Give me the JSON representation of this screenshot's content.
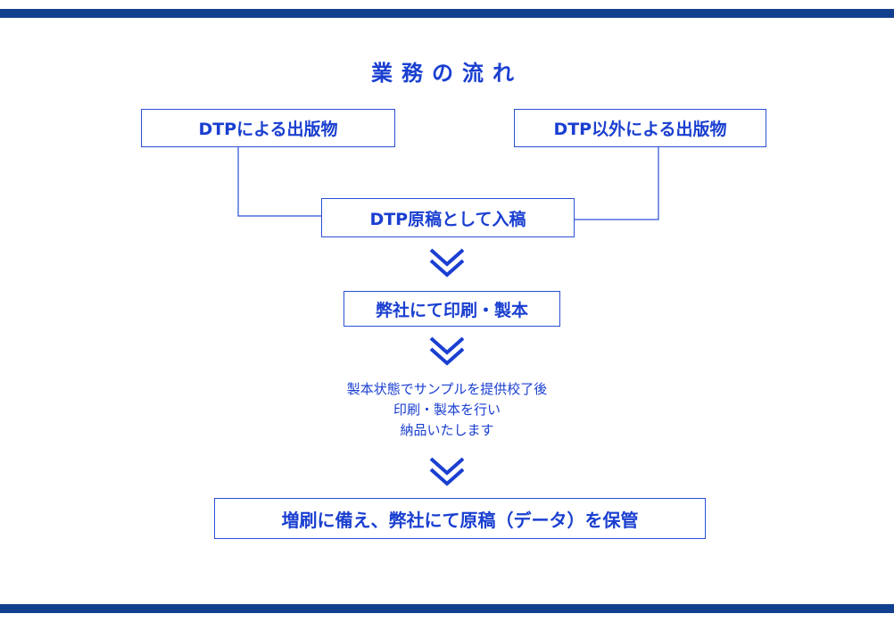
{
  "title": "業務の流れ",
  "colors": {
    "band": "#12408f",
    "accent": "#1a3fd0",
    "border": "#2a4fd6"
  },
  "boxes": {
    "dtp": "DTPによる出版物",
    "non_dtp": "DTP以外による出版物",
    "submit": "DTP原稿として入稿",
    "print": "弊社にて印刷・製本",
    "storage": "増刷に備え、弊社にて原稿（データ）を保管"
  },
  "description": [
    "製本状態でサンプルを提供校了後",
    "印刷・製本を行い",
    "納品いたします"
  ],
  "icons": {
    "flow_arrow": "chevron-down-icon"
  }
}
